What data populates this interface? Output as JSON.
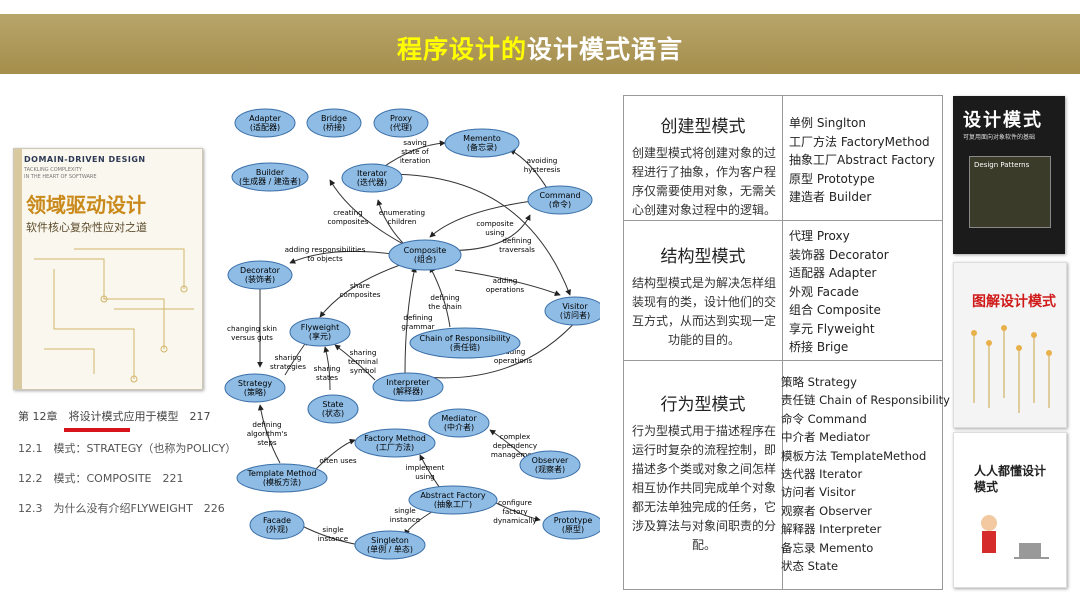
{
  "banner": {
    "title_part1": "程序设计的",
    "title_part2": "设计模式语言"
  },
  "book_ddd": {
    "english_title": "DOMAIN-DRIVEN DESIGN",
    "subtitle_lines": [
      "TACKLING COMPLEXITY",
      "IN THE HEART OF SOFTWARE"
    ],
    "chinese_title": "领域驱动设计",
    "chinese_subtitle": "软件核心复杂性应对之道"
  },
  "toc": {
    "chapter": "第 12章　将设计模式应用于模型　217",
    "items": [
      "12.1　模式：STRATEGY（也称为POLICY）",
      "12.2　模式：COMPOSITE　221",
      "12.3　为什么没有介绍FLYWEIGHT　226"
    ]
  },
  "diagram": {
    "nodes": [
      {
        "en": "Adapter",
        "cn": "(适配器)"
      },
      {
        "en": "Bridge",
        "cn": "(桥接)"
      },
      {
        "en": "Proxy",
        "cn": "(代理)"
      },
      {
        "en": "Memento",
        "cn": "(备忘录)"
      },
      {
        "en": "Builder",
        "cn": "(生成器 / 建造者)"
      },
      {
        "en": "Iterator",
        "cn": "(迭代器)"
      },
      {
        "en": "Command",
        "cn": "(命令)"
      },
      {
        "en": "Composite",
        "cn": "(组合)"
      },
      {
        "en": "Decorator",
        "cn": "(装饰者)"
      },
      {
        "en": "Visitor",
        "cn": "(访问者)"
      },
      {
        "en": "Flyweight",
        "cn": "(享元)"
      },
      {
        "en": "Chain of Responsibility",
        "cn": "(责任链)"
      },
      {
        "en": "Strategy",
        "cn": "(策略)"
      },
      {
        "en": "Interpreter",
        "cn": "(解释器)"
      },
      {
        "en": "State",
        "cn": "(状态)"
      },
      {
        "en": "Mediator",
        "cn": "(中介者)"
      },
      {
        "en": "Factory Method",
        "cn": "(工厂方法)"
      },
      {
        "en": "Observer",
        "cn": "(观察者)"
      },
      {
        "en": "Template Method",
        "cn": "(模板方法)"
      },
      {
        "en": "Abstract Factory",
        "cn": "(抽象工厂)"
      },
      {
        "en": "Facade",
        "cn": "(外观)"
      },
      {
        "en": "Singleton",
        "cn": "(单例 / 单态)"
      },
      {
        "en": "Prototype",
        "cn": "(原型)"
      }
    ],
    "edge_labels": [
      "saving state of iteration",
      "avoiding hysteresis",
      "creating composites",
      "enumerating children",
      "composite using",
      "defining traversals",
      "adding responsibilities to objects",
      "share composites",
      "adding operations",
      "defining the chain",
      "defining grammar",
      "changing skin versus guts",
      "sharing strategies",
      "sharing states",
      "sharing terminal symbol",
      "adding operations",
      "defining algorithm's steps",
      "often uses",
      "complex dependency management",
      "implement using",
      "single instance",
      "configure factory dynamically",
      "single instance"
    ]
  },
  "table": {
    "rows": [
      {
        "category": "创建型模式",
        "description": "创建型模式将创建对象的过程进行了抽象，作为客户程序仅需要使用对象，无需关心创建对象过程中的逻辑。",
        "patterns": [
          "单例 Singlton",
          "工厂方法 FactoryMethod",
          "抽象工厂Abstract Factory",
          "原型 Prototype",
          "建造者 Builder"
        ]
      },
      {
        "category": "结构型模式",
        "description": "结构型模式是为解决怎样组装现有的类，设计他们的交互方式，从而达到实现一定功能的目的。",
        "patterns": [
          "代理 Proxy",
          "装饰器 Decorator",
          "适配器 Adapter",
          "外观 Facade",
          "组合 Composite",
          "享元 Flyweight",
          "桥接 Brige"
        ]
      },
      {
        "category": "行为型模式",
        "description": "行为型模式用于描述程序在运行时复杂的流程控制，即描述多个类或对象之间怎样相互协作共同完成单个对象都无法单独完成的任务，它涉及算法与对象间职责的分配。",
        "patterns": [
          "策略 Strategy",
          "责任链 Chain of Responsibility",
          "命令 Command",
          "中介者 Mediator",
          "模板方法 TemplateMethod",
          "迭代器 Iterator",
          "访问者 Visitor",
          "观察者 Observer",
          "解释器 Interpreter",
          "备忘录 Memento",
          "状态 State"
        ]
      }
    ]
  },
  "books_right": [
    {
      "title": "设计模式",
      "subtitle": "可复用面向对象软件的基础",
      "english": "Design Patterns"
    },
    {
      "title": "图解设计模式"
    },
    {
      "title": "人人都懂设计模式"
    }
  ],
  "colors": {
    "node_fill": "#8fbce4",
    "node_stroke": "#3a6fa8",
    "banner": "#ae9956",
    "underline": "#d7121a"
  }
}
